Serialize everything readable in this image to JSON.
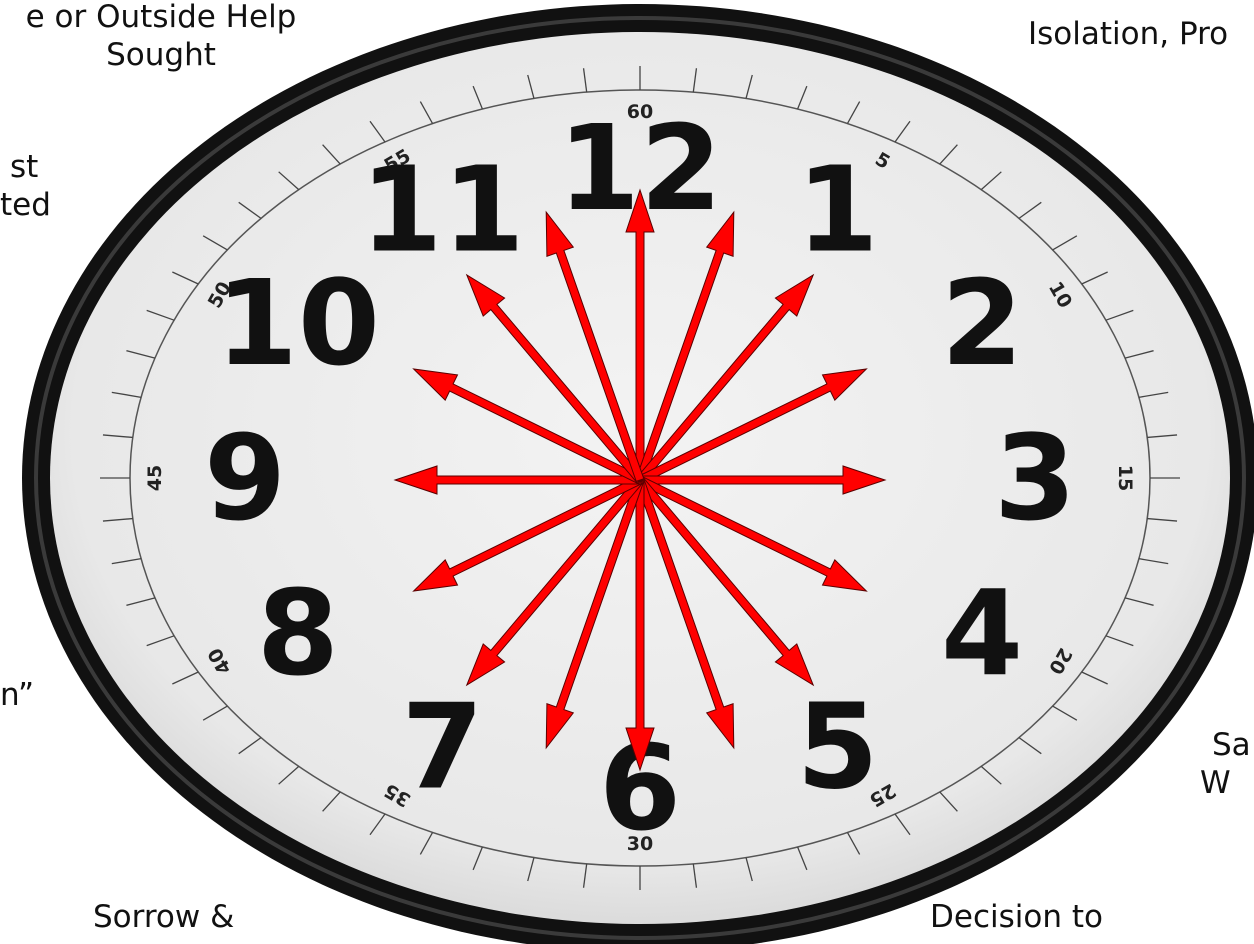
{
  "labels": {
    "top_left_line1": "e or Outside Help",
    "top_left_line2": "Sought",
    "left_mid_line1": "st",
    "left_mid_line2": "ted",
    "left_lower": "n”",
    "top_right": "Isolation, Pro",
    "right_lower_line1": "Sa",
    "right_lower_line2": "W",
    "bottom_left": "Sorrow &",
    "bottom_right": "Decision to"
  },
  "clock": {
    "hour_numerals": [
      "12",
      "1",
      "2",
      "3",
      "4",
      "5",
      "6",
      "7",
      "8",
      "9",
      "10",
      "11"
    ],
    "minute_labels": [
      "60",
      "5",
      "10",
      "15",
      "20",
      "25",
      "30",
      "35",
      "40",
      "45",
      "50",
      "55"
    ],
    "arrow_count": 16,
    "arrow_color": "#ff0000",
    "rim_color": "#111111",
    "face_color": "#ededed"
  }
}
